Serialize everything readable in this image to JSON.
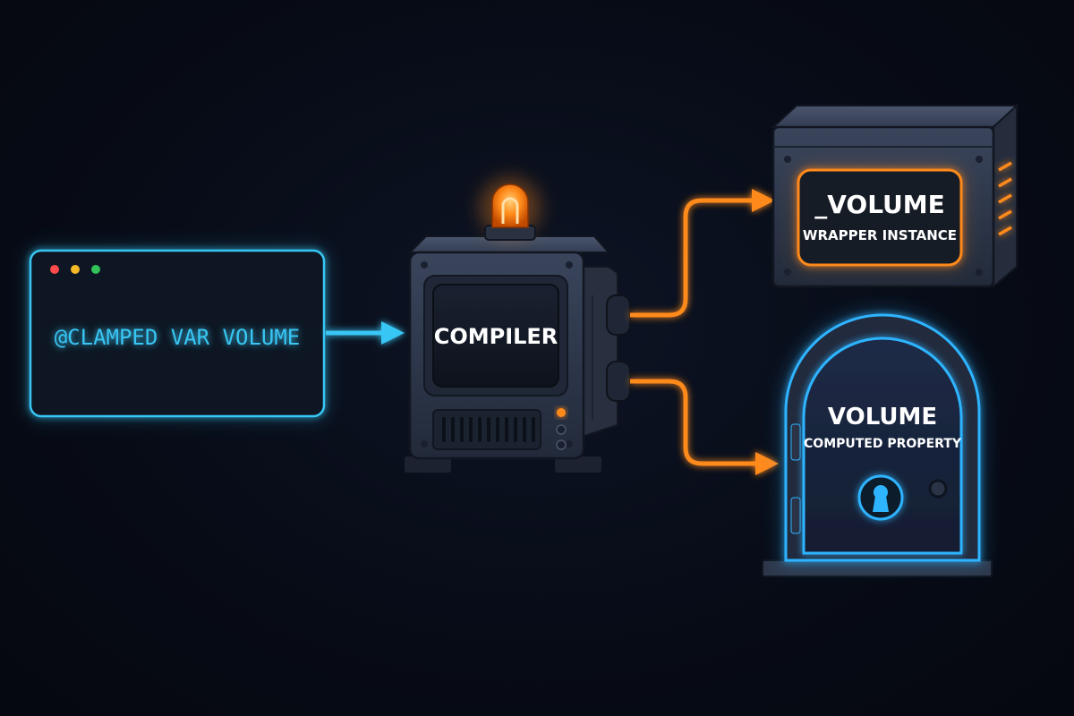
{
  "colors": {
    "background": "#070b16",
    "code_accent": "#39c6f4",
    "machine_body": "#2b3447",
    "orange_glow": "#ff8a1a",
    "blue_glow": "#2fb4ff"
  },
  "code_window": {
    "dots": [
      "#ff4b4b",
      "#f5b826",
      "#33c25a"
    ],
    "code": "@CLAMPED VAR VOLUME"
  },
  "compiler": {
    "label": "COMPILER",
    "beacon_icon": "alarm-light-icon"
  },
  "wrapper_box": {
    "title": "_VOLUME",
    "subtitle": "WRAPPER INSTANCE"
  },
  "vault": {
    "title": "VOLUME",
    "subtitle": "COMPUTED PROPERTY",
    "lock_icon": "keyhole-icon"
  }
}
